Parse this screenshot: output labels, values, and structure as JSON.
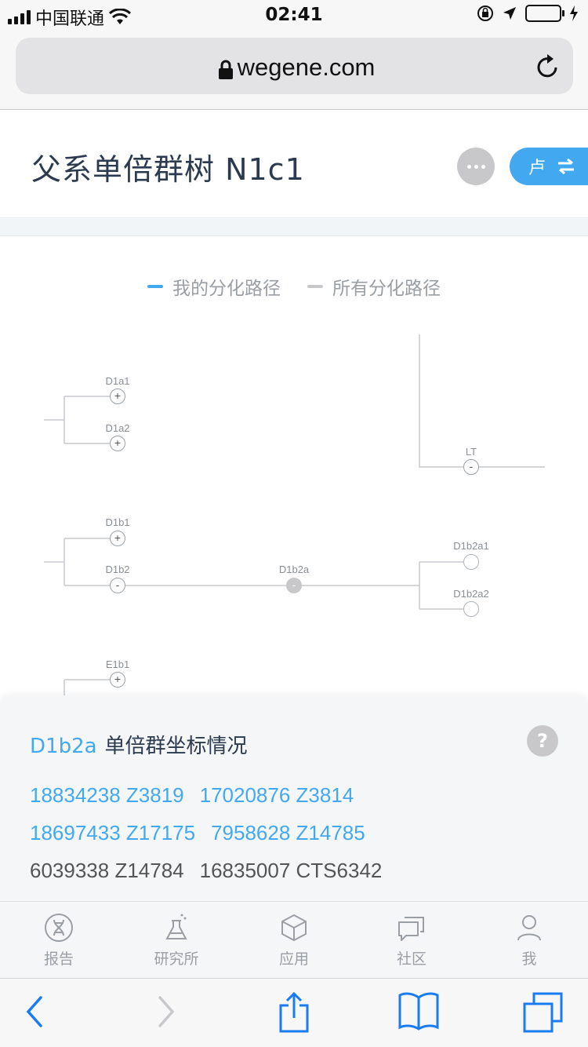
{
  "status_bar": {
    "carrier": "中国联通",
    "time": "02:41"
  },
  "browser": {
    "url": "wegene.com"
  },
  "header": {
    "title": "父系单倍群树 N1c1",
    "switch_label": "卢"
  },
  "legend": [
    {
      "label": "我的分化路径",
      "color": "#42a9f0"
    },
    {
      "label": "所有分化路径",
      "color": "#c8c8ca"
    }
  ],
  "tree": {
    "labels": {
      "d1a1": "D1a1",
      "d1a2": "D1a2",
      "lt": "LT",
      "d1b1": "D1b1",
      "d1b2": "D1b2",
      "d1b2a": "D1b2a",
      "d1b2a1": "D1b2a1",
      "d1b2a2": "D1b2a2",
      "e1b1": "E1b1"
    },
    "expand_symbol": "+",
    "collapse_symbol": "-"
  },
  "info_panel": {
    "haplogroup": "D1b2a",
    "title": "单倍群坐标情况",
    "help": "?",
    "coordinates": [
      [
        "18834238 Z3819",
        "17020876 Z3814"
      ],
      [
        "18697433 Z17175",
        "7958628 Z14785"
      ],
      [
        "6039338 Z14784",
        "16835007 CTS6342"
      ]
    ]
  },
  "tabs": [
    {
      "label": "报告",
      "icon": "dna-icon"
    },
    {
      "label": "研究所",
      "icon": "flask-icon"
    },
    {
      "label": "应用",
      "icon": "cube-icon"
    },
    {
      "label": "社区",
      "icon": "chat-icon"
    },
    {
      "label": "我",
      "icon": "person-icon"
    }
  ]
}
